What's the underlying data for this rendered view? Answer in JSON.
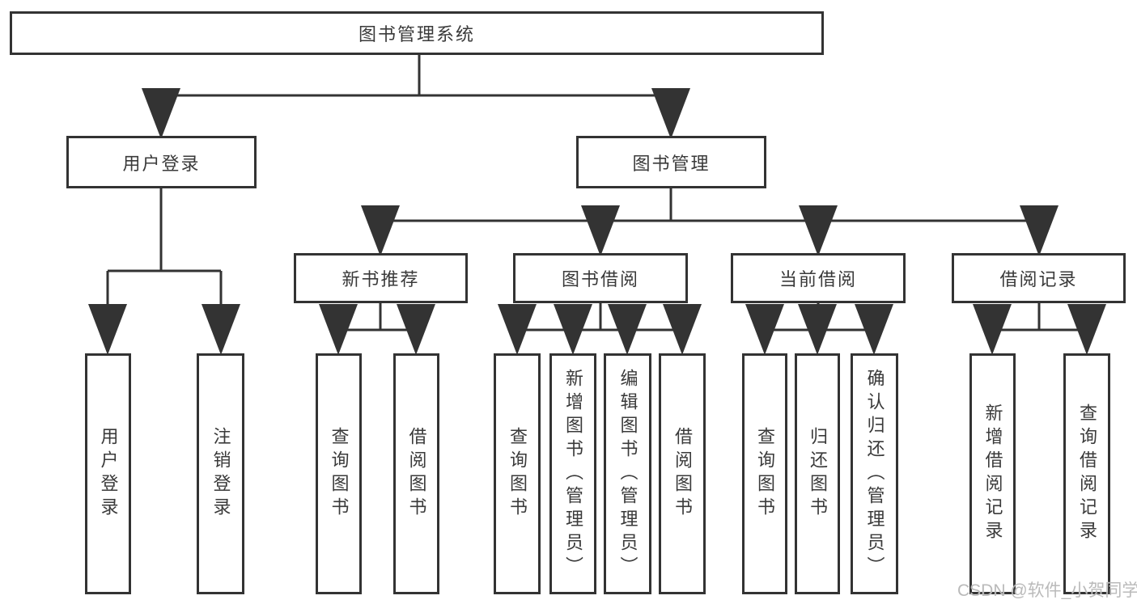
{
  "diagram": {
    "root": {
      "label": "图书管理系统"
    },
    "branches": {
      "user_login": {
        "label": "用户登录",
        "children": [
          "用户登录",
          "注销登录"
        ]
      },
      "book_mgmt": {
        "label": "图书管理"
      }
    },
    "modules": [
      {
        "label": "新书推荐",
        "children": [
          "查询图书",
          "借阅图书"
        ]
      },
      {
        "label": "图书借阅",
        "children": [
          "查询图书",
          "新增图书（管理员）",
          "编辑图书（管理员）",
          "借阅图书"
        ]
      },
      {
        "label": "当前借阅",
        "children": [
          "查询图书",
          "归还图书",
          "确认归还（管理员）"
        ]
      },
      {
        "label": "借阅记录",
        "children": [
          "新增借阅记录",
          "查询借阅记录"
        ]
      }
    ]
  },
  "watermark": {
    "text": "CSDN @软件_小贺同学"
  },
  "colors": {
    "line": "#333333",
    "text": "#3a3a3a",
    "background": "#ffffff",
    "watermark": "#b2b2b2"
  }
}
